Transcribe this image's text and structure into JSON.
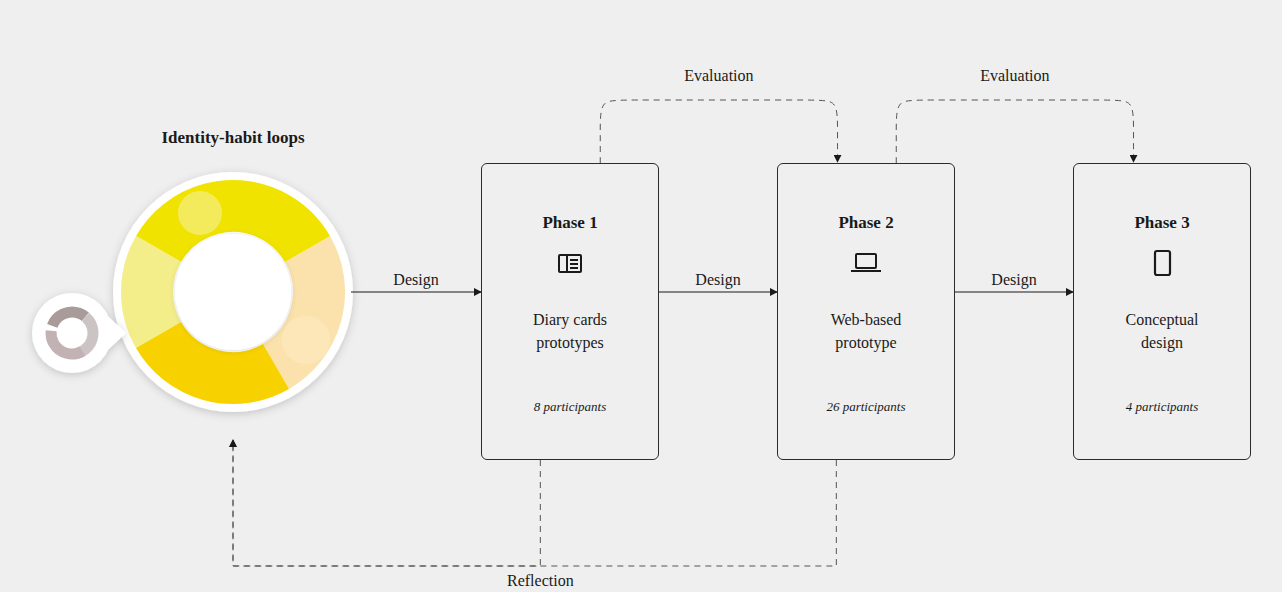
{
  "diagram": {
    "nodes": [
      {
        "text": [
          "Identity-habit loops"
        ]
      },
      {
        "text": [
          "Phase 1",
          "Diary cards prototypes",
          "8 participants"
        ]
      },
      {
        "text": [
          "Phase 2",
          "Web-based prototype",
          "26 participants"
        ]
      },
      {
        "text": [
          "Phase 3",
          "Conceptual design",
          "4 participants"
        ]
      }
    ],
    "edges": [
      {
        "from": 0,
        "to": 1,
        "label": "Design",
        "arrow": "to"
      },
      {
        "from": 1,
        "to": 2,
        "label": "Design",
        "arrow": "to"
      },
      {
        "from": 2,
        "to": 3,
        "label": "Design",
        "arrow": "to"
      },
      {
        "from": 1,
        "to": 2,
        "label": "Evaluation",
        "arrow": "to"
      },
      {
        "from": 2,
        "to": 3,
        "label": "Evaluation",
        "arrow": "to"
      },
      {
        "from": 1,
        "to": 0,
        "label": "Reflection",
        "arrow": "to"
      },
      {
        "from": 2,
        "to": 0,
        "arrow": "to"
      }
    ]
  }
}
